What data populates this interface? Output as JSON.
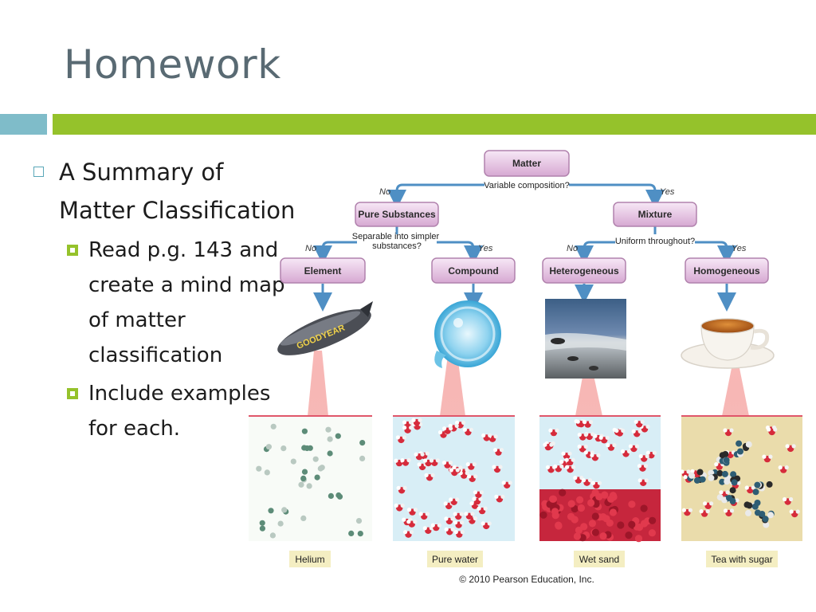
{
  "slide": {
    "title": "Homework",
    "bullet": "A Summary of Matter Classification",
    "sub_bullets": [
      "Read p.g. 143 and create a mind map of matter classification",
      "Include examples for each."
    ]
  },
  "diagram": {
    "root": "Matter",
    "q1": "Variable composition?",
    "q2": "Separable into simpler substances?",
    "q3": "Uniform throughout?",
    "no": "No",
    "yes": "Yes",
    "level2": [
      "Pure Substances",
      "Mixture"
    ],
    "level3": [
      "Element",
      "Compound",
      "Heterogeneous",
      "Homogeneous"
    ],
    "captions": [
      "Helium",
      "Pure water",
      "Wet sand",
      "Tea with sugar"
    ],
    "blimp_text": "GOODYEAR",
    "copyright": "© 2010 Pearson Education, Inc."
  },
  "colors": {
    "title": "#596a73",
    "accent_teal": "#7fbcc9",
    "accent_green": "#95c22b",
    "box_fill": "#e9c6e6",
    "arrow": "#4f8fc4",
    "caption_fill": "#f4eec2"
  }
}
